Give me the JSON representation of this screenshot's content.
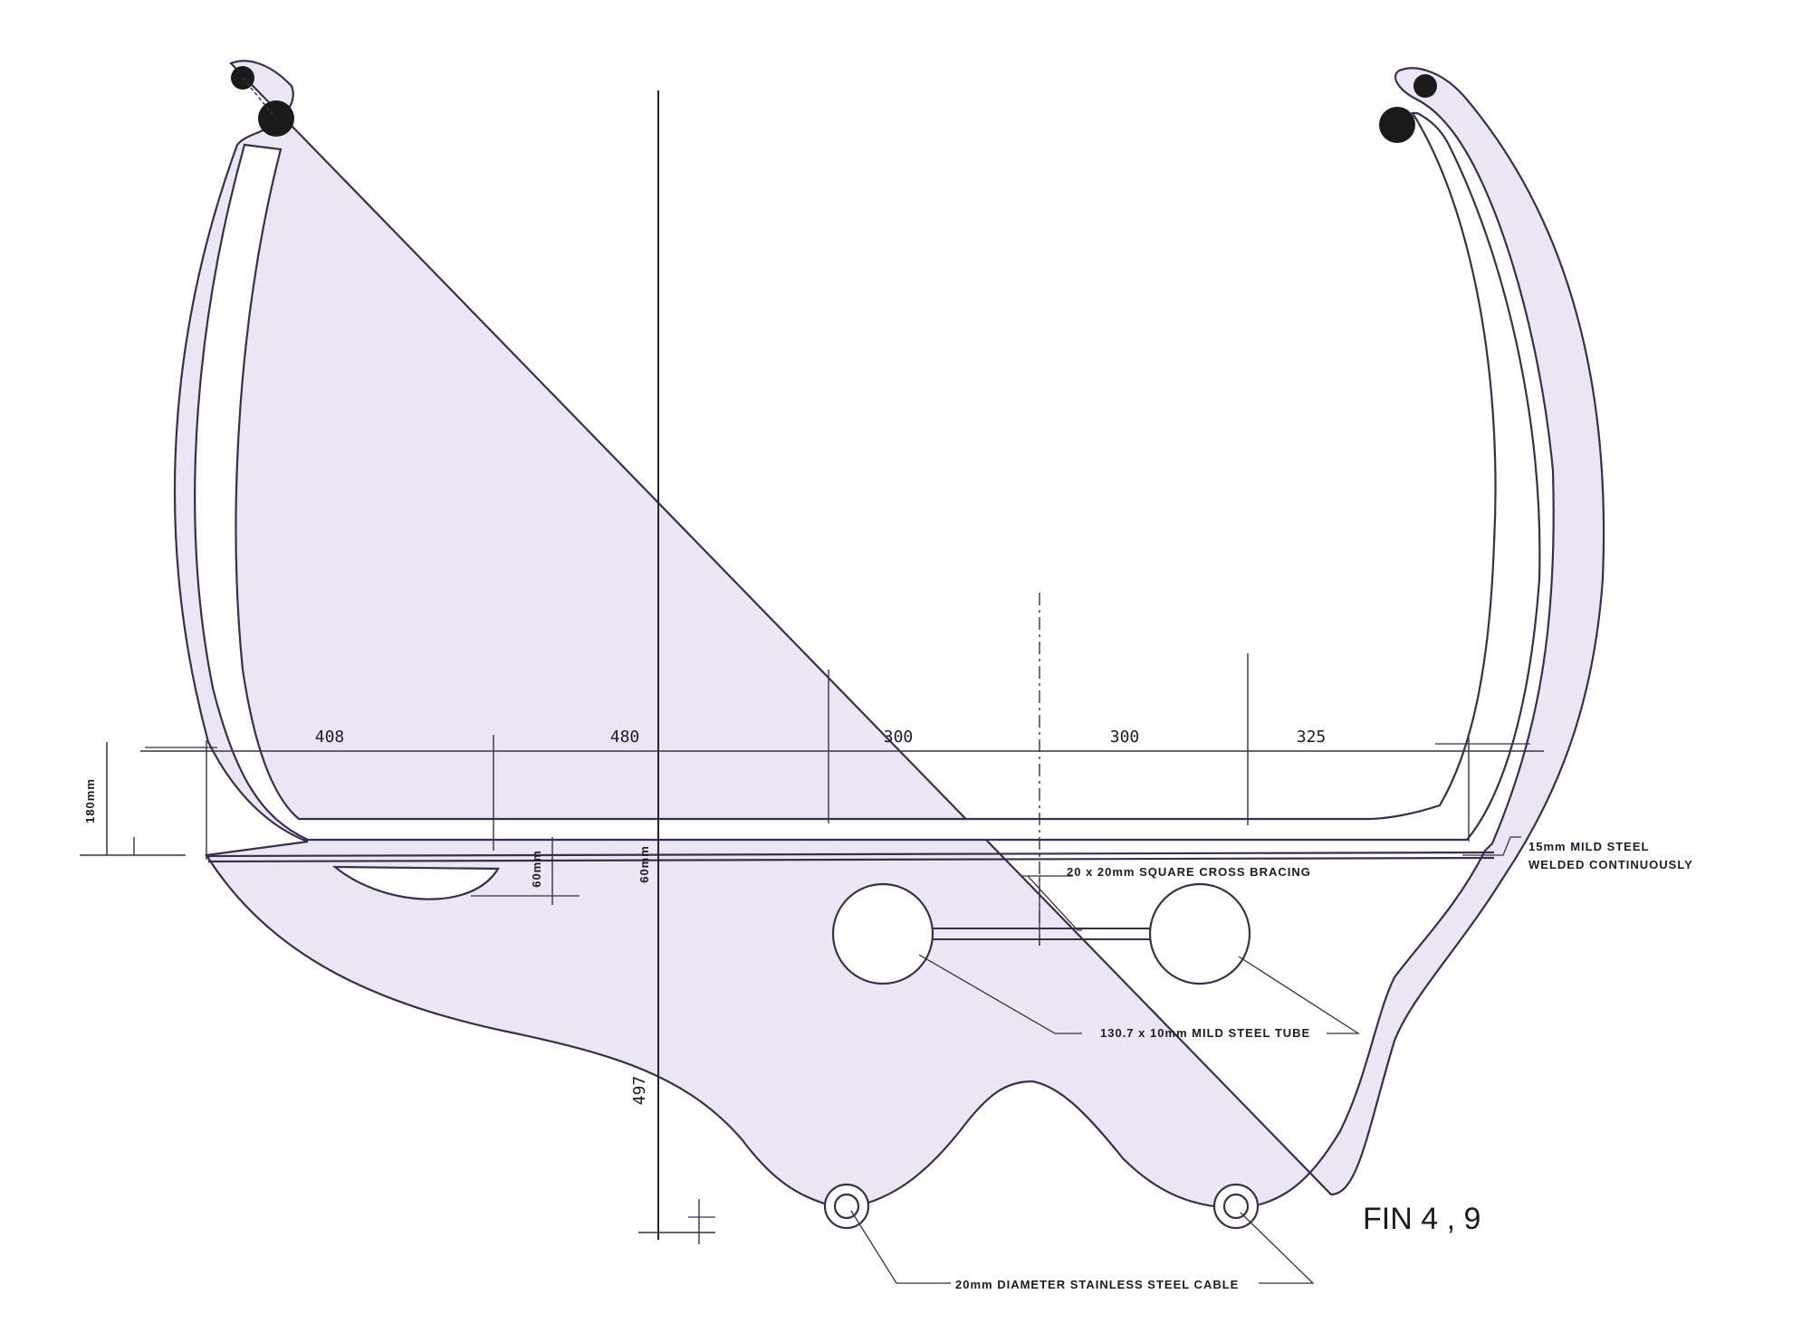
{
  "drawing": {
    "figure_label": "FIN 4 , 9",
    "dimensions": {
      "d408": "408",
      "d480": "480",
      "d300a": "300",
      "d300b": "300",
      "d325": "325",
      "d180": "180mm",
      "d497": "497",
      "d60a": "60mm",
      "d60b": "60mm"
    },
    "notes": {
      "plate": "15mm MILD STEEL",
      "plate_weld": "WELDED CONTINUOUSLY",
      "bracing": "20 x 20mm SQUARE CROSS BRACING",
      "tube": "130.7 x 10mm MILD STEEL TUBE",
      "cable": "20mm DIAMETER STAINLESS STEEL CABLE"
    },
    "colors": {
      "fill": "#ebe6f3",
      "line": "#3a2f4a",
      "paper": "#ffffff"
    }
  }
}
